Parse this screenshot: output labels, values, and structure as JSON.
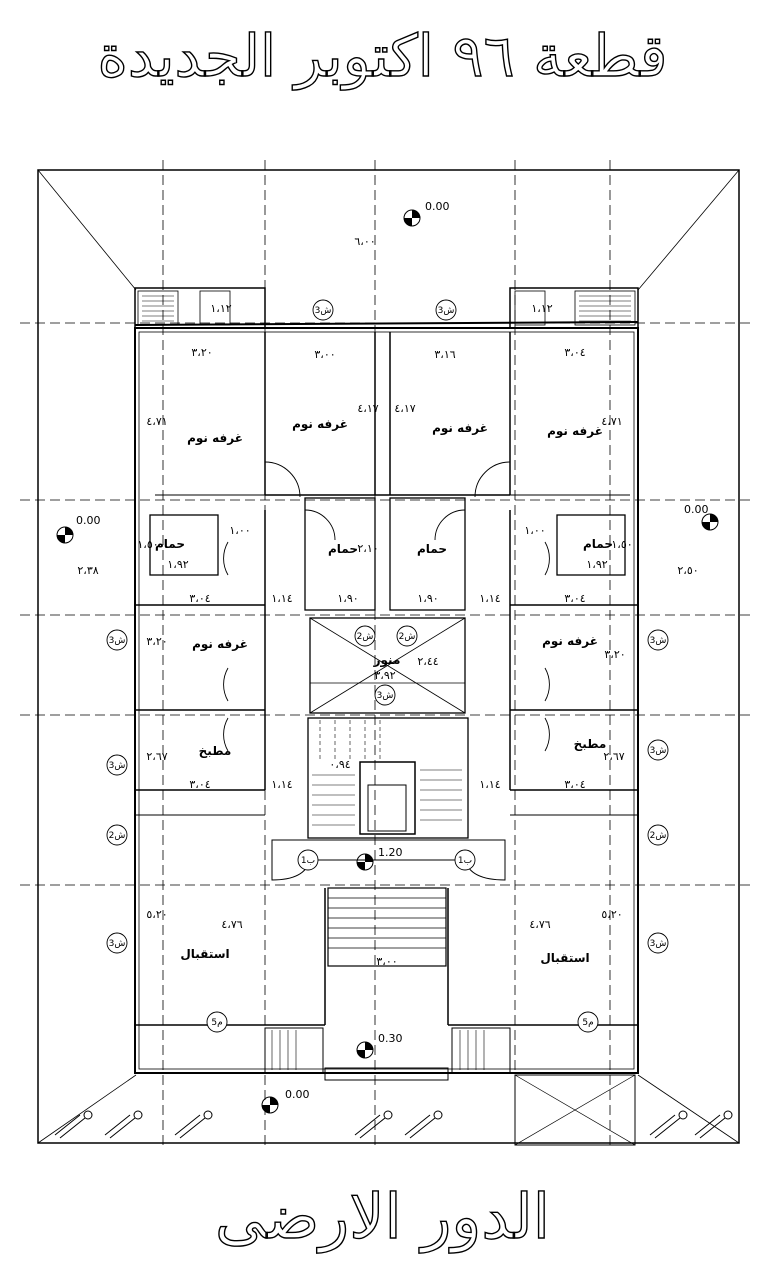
{
  "title": "قطعة ٩٦ اكتوبر الجديدة",
  "floor_title": "الدور الارضى",
  "rooms": {
    "bedroom": "غرفه نوم",
    "bathroom": "حمام",
    "kitchen": "مطبخ",
    "reception": "استقبال",
    "lightwell": "منور"
  },
  "levels": [
    "0.00",
    "0.00",
    "0.00",
    "1.20",
    "0.30",
    "0.00"
  ],
  "dims": {
    "d1": "١،١٢",
    "d2": "١،١٢",
    "d3": "٣،٢٠",
    "d4": "٣،٠٠",
    "d5": "٣،١٦",
    "d6": "٣،٠٤",
    "d7": "٤،٧١",
    "d8": "٤،١٧",
    "d9": "٤،١٧",
    "d10": "٤،٧١",
    "d11": "١،٠٠",
    "d12": "١،٠٠",
    "d13": "١،٥٠",
    "d14": "١،٥٠",
    "d15": "١،٩٢",
    "d16": "١،٩٢",
    "d17": "٢،٣٨",
    "d18": "٢،٥٠",
    "d19": "٣،٠٤",
    "d20": "١،١٤",
    "d21": "١،٩٠",
    "d22": "١،٩٠",
    "d23": "١،١٤",
    "d24": "٣،٠٤",
    "d25": "٣،٢٠",
    "d26": "٣،٢٠",
    "d27": "٢،٦٧",
    "d28": "٢،٦٧",
    "d29": "٣،٠٤",
    "d30": "١،١٤",
    "d31": "١،١٤",
    "d32": "٣،٠٤",
    "d33": "٤،٧٦",
    "d34": "٤،٧٦",
    "d35": "٥،٢٠",
    "d36": "٥،٢٠",
    "d37": "٣،٠٠",
    "d38": "٣،٩٢",
    "d39": "٢،٤٤",
    "d40": "٠،٩٤",
    "d41": "٦،٠٠",
    "d42": "٢،١٠"
  },
  "tags": {
    "s3": "ش3",
    "s2": "ش2",
    "b1": "ب1",
    "m5": "م5"
  }
}
